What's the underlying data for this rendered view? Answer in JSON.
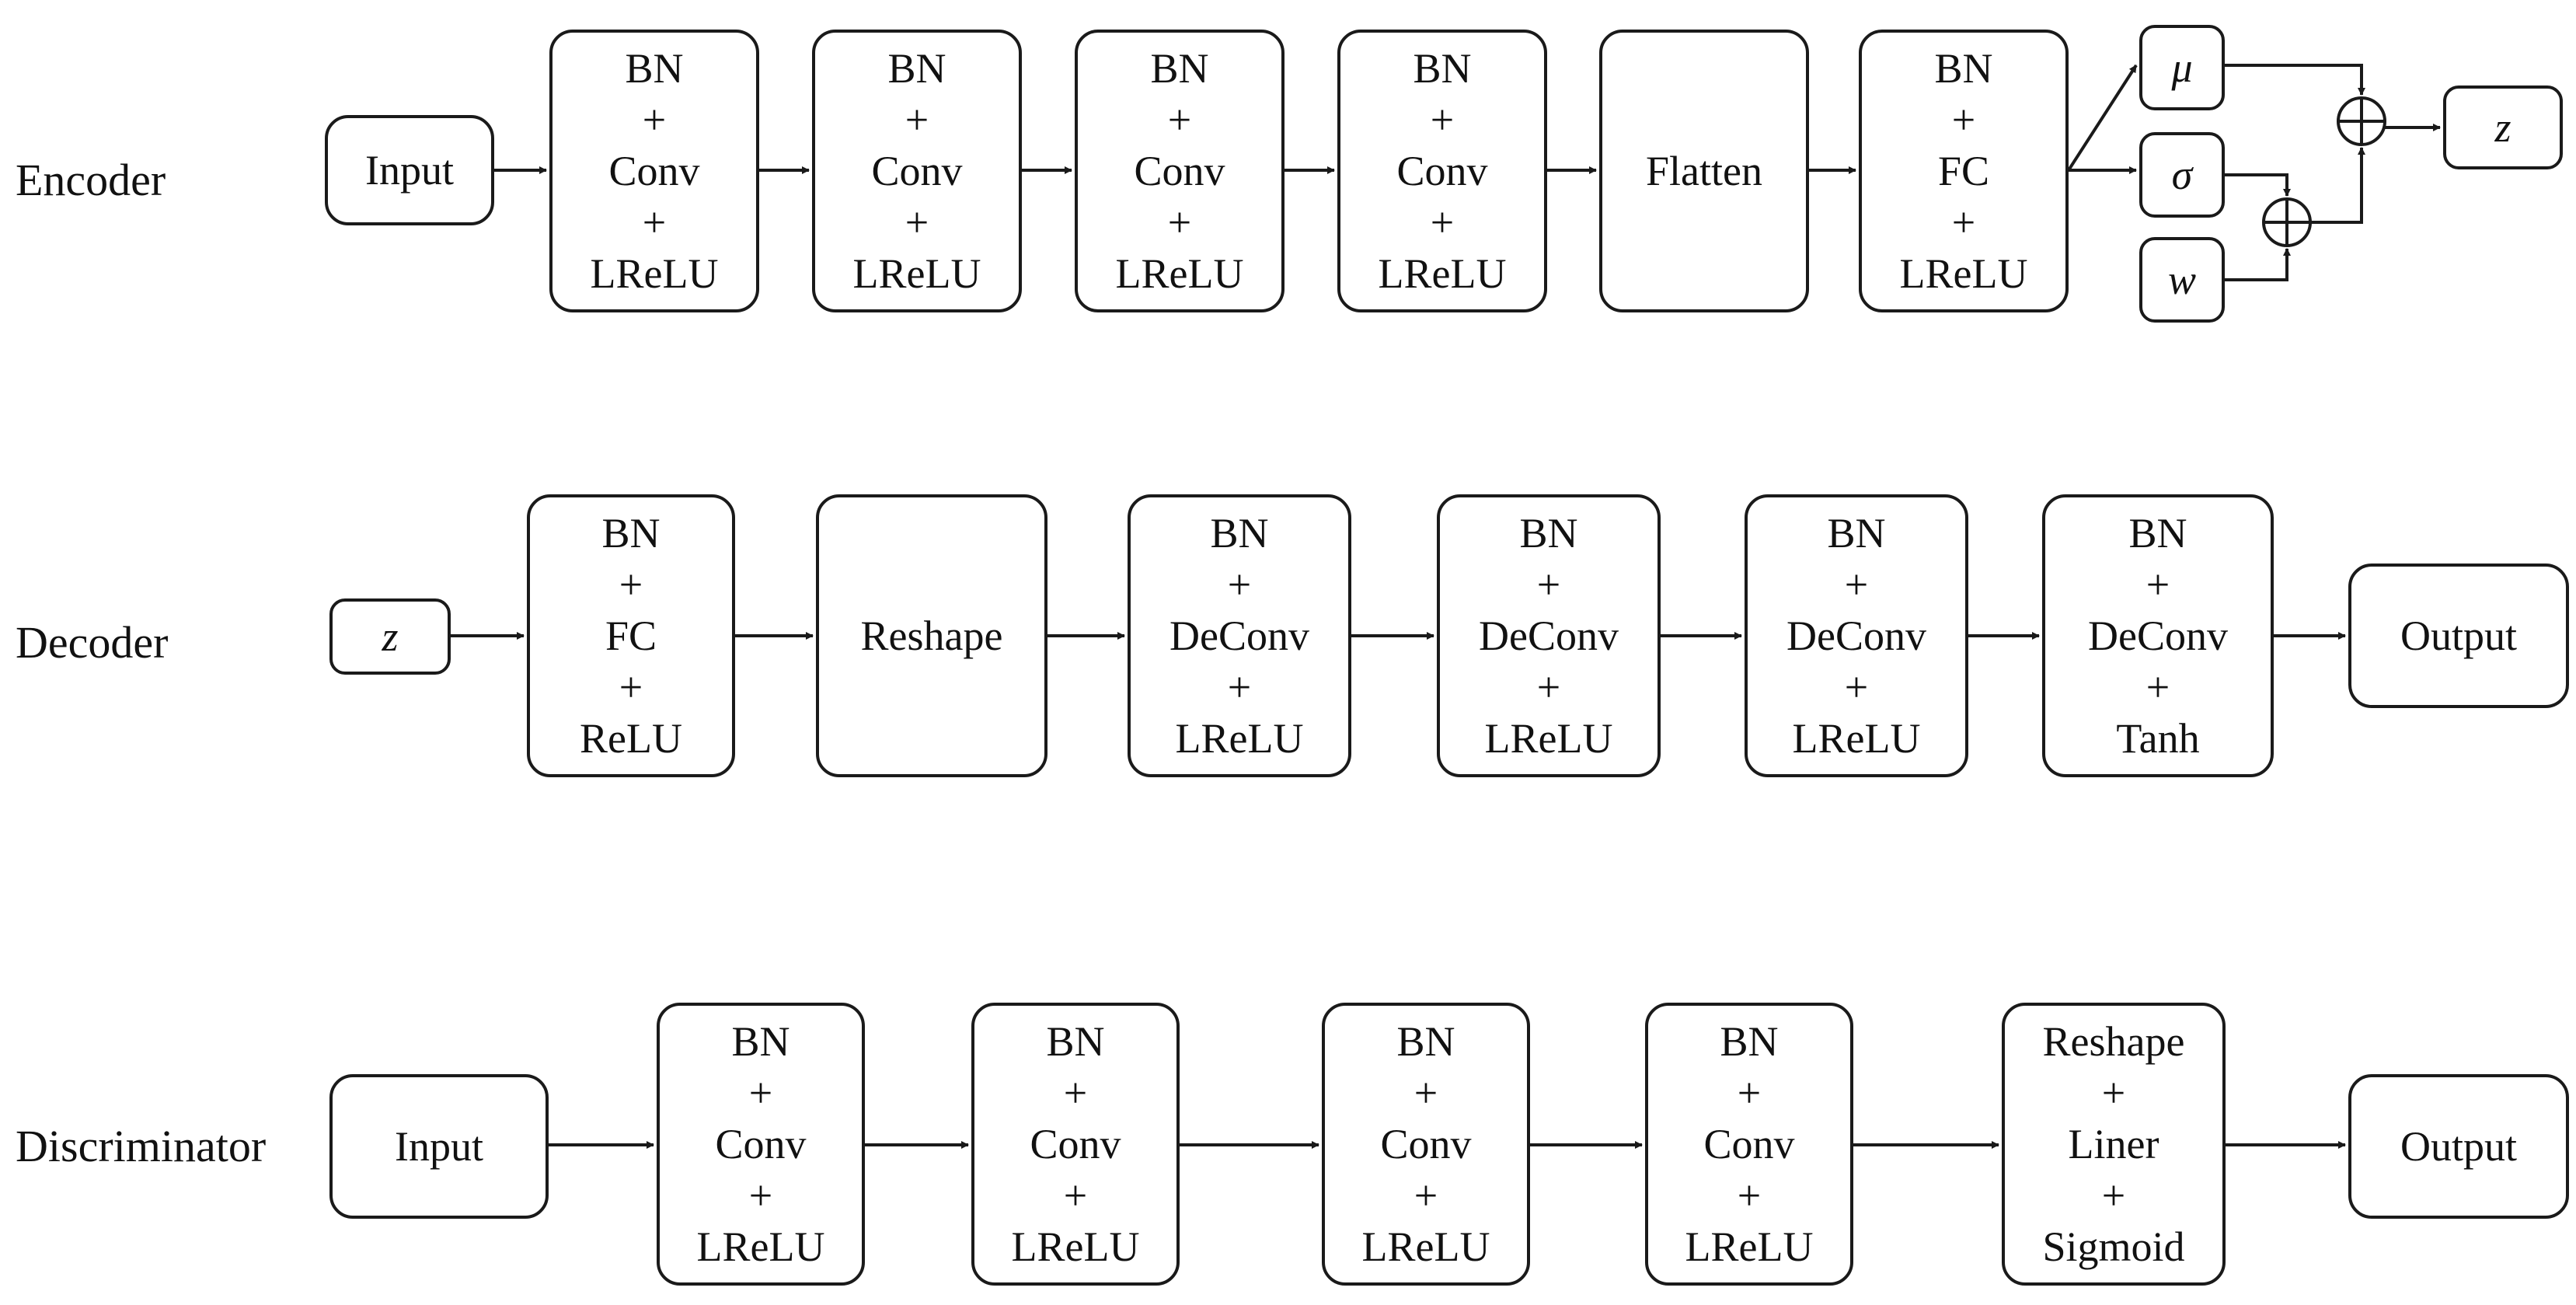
{
  "rows": {
    "encoder": {
      "label": "Encoder",
      "input": [
        "Input"
      ],
      "blocks": [
        [
          "BN",
          "+",
          "Conv",
          "+",
          "LReLU"
        ],
        [
          "BN",
          "+",
          "Conv",
          "+",
          "LReLU"
        ],
        [
          "BN",
          "+",
          "Conv",
          "+",
          "LReLU"
        ],
        [
          "BN",
          "+",
          "Conv",
          "+",
          "LReLU"
        ],
        [
          "Flatten"
        ],
        [
          "BN",
          "+",
          "FC",
          "+",
          "LReLU"
        ]
      ],
      "mu": "μ",
      "sigma": "σ",
      "w": "w",
      "z": "z"
    },
    "decoder": {
      "label": "Decoder",
      "z": "z",
      "blocks": [
        [
          "BN",
          "+",
          "FC",
          "+",
          "ReLU"
        ],
        [
          "Reshape"
        ],
        [
          "BN",
          "+",
          "DeConv",
          "+",
          "LReLU"
        ],
        [
          "BN",
          "+",
          "DeConv",
          "+",
          "LReLU"
        ],
        [
          "BN",
          "+",
          "DeConv",
          "+",
          "LReLU"
        ],
        [
          "BN",
          "+",
          "DeConv",
          "+",
          "Tanh"
        ]
      ],
      "output": [
        "Output"
      ]
    },
    "discriminator": {
      "label": "Discriminator",
      "input": [
        "Input"
      ],
      "blocks": [
        [
          "BN",
          "+",
          "Conv",
          "+",
          "LReLU"
        ],
        [
          "BN",
          "+",
          "Conv",
          "+",
          "LReLU"
        ],
        [
          "BN",
          "+",
          "Conv",
          "+",
          "LReLU"
        ],
        [
          "BN",
          "+",
          "Conv",
          "+",
          "LReLU"
        ],
        [
          "Reshape",
          "+",
          "Liner",
          "+",
          "Sigmoid"
        ]
      ],
      "output": [
        "Output"
      ]
    }
  }
}
